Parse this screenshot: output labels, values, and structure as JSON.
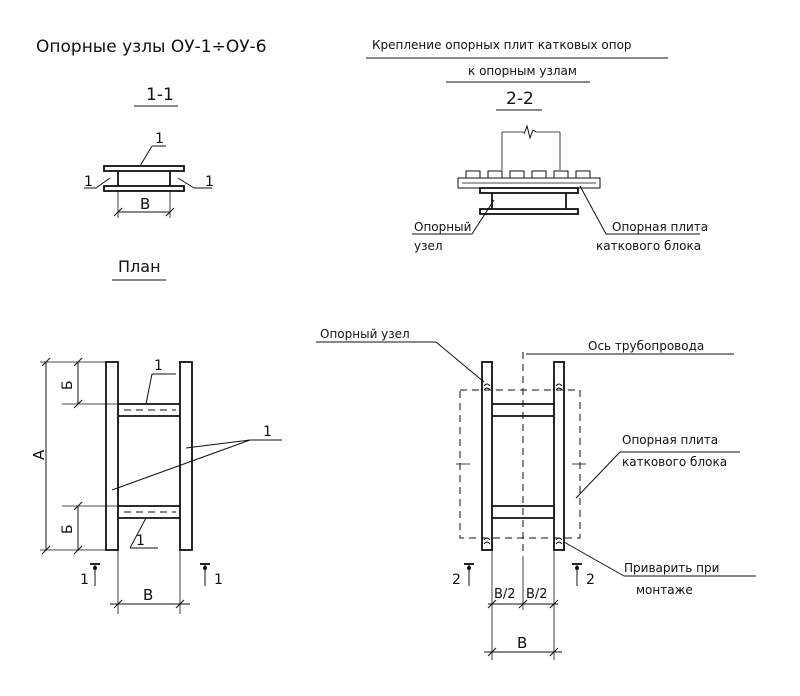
{
  "titles": {
    "left_main": "Опорные узлы ОУ-1÷ОУ-6",
    "right_line1": "Крепление опорных плит катковых опор",
    "right_line2": "к опорным узлам",
    "section_1": "1-1",
    "section_2": "2-2",
    "plan": "План"
  },
  "labels": {
    "part_number": "1",
    "dim_B": "B",
    "dim_A": "А",
    "dim_Bsmall": "Б",
    "dim_half": "B/2",
    "support_node_a": "Опорный",
    "support_node_b": "узел",
    "support_plate_a": "Опорная плита",
    "support_plate_b": "каткового блока",
    "support_node_full": "Опорный узел",
    "pipe_axis": "Ось трубопровода",
    "weld_a": "Приварить при",
    "weld_b": "монтаже",
    "cut_1": "1",
    "cut_2": "2"
  }
}
